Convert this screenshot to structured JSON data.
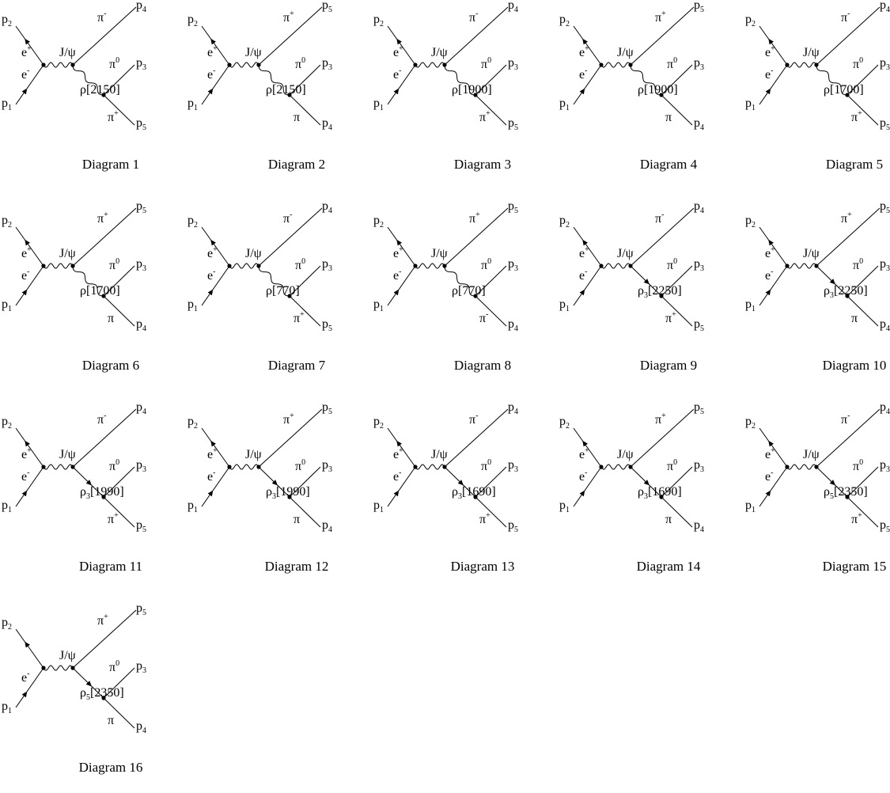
{
  "labels": {
    "p1": "p",
    "p1_sub": "1",
    "p2": "p",
    "p2_sub": "2",
    "e": "e",
    "e_sup": "-",
    "jpsi": "J/ψ",
    "pi0": "π",
    "pi0_sup": "0",
    "p3": "p",
    "p3_sub": "3"
  },
  "diagrams": [
    {
      "caption": "Diagram 1",
      "e_top_sup": "+",
      "has_top_e": true,
      "upper_pi_sup": "-",
      "upper_p_sub": "4",
      "lower_pi_sup": "+",
      "lower_p_sub": "5",
      "res_base": "ρ",
      "res_sub": "",
      "res_mass": "[2150]",
      "prop": "wavy"
    },
    {
      "caption": "Diagram 2",
      "e_top_sup": "+",
      "has_top_e": true,
      "upper_pi_sup": "+",
      "upper_p_sub": "5",
      "lower_pi_sup": "",
      "lower_p_sub": "4",
      "res_base": "ρ",
      "res_sub": "",
      "res_mass": "[2150]",
      "prop": "wavy"
    },
    {
      "caption": "Diagram 3",
      "e_top_sup": "+",
      "has_top_e": true,
      "upper_pi_sup": "-",
      "upper_p_sub": "4",
      "lower_pi_sup": "+",
      "lower_p_sub": "5",
      "res_base": "ρ",
      "res_sub": "",
      "res_mass": "[1900]",
      "prop": "wavy"
    },
    {
      "caption": "Diagram 4",
      "e_top_sup": "+",
      "has_top_e": true,
      "upper_pi_sup": "+",
      "upper_p_sub": "5",
      "lower_pi_sup": "",
      "lower_p_sub": "4",
      "res_base": "ρ",
      "res_sub": "",
      "res_mass": "[1900]",
      "prop": "wavy"
    },
    {
      "caption": "Diagram 5",
      "e_top_sup": "+",
      "has_top_e": true,
      "upper_pi_sup": "-",
      "upper_p_sub": "4",
      "lower_pi_sup": "+",
      "lower_p_sub": "5",
      "res_base": "ρ",
      "res_sub": "",
      "res_mass": "[1700]",
      "prop": "wavy"
    },
    {
      "caption": "Diagram 6",
      "e_top_sup": "+",
      "has_top_e": true,
      "upper_pi_sup": "+",
      "upper_p_sub": "5",
      "lower_pi_sup": "",
      "lower_p_sub": "4",
      "res_base": "ρ",
      "res_sub": "",
      "res_mass": "[1700]",
      "prop": "wavy"
    },
    {
      "caption": "Diagram 7",
      "e_top_sup": "+",
      "has_top_e": true,
      "upper_pi_sup": "-",
      "upper_p_sub": "4",
      "lower_pi_sup": "+",
      "lower_p_sub": "5",
      "res_base": "ρ",
      "res_sub": "",
      "res_mass": "[770]",
      "prop": "wavy"
    },
    {
      "caption": "Diagram 8",
      "e_top_sup": "+",
      "has_top_e": true,
      "upper_pi_sup": "+",
      "upper_p_sub": "5",
      "lower_pi_sup": "-",
      "lower_p_sub": "4",
      "res_base": "ρ",
      "res_sub": "",
      "res_mass": "[770]",
      "prop": "wavy"
    },
    {
      "caption": "Diagram 9",
      "e_top_sup": "+",
      "has_top_e": true,
      "upper_pi_sup": "-",
      "upper_p_sub": "4",
      "lower_pi_sup": "+",
      "lower_p_sub": "5",
      "res_base": "ρ",
      "res_sub": "3",
      "res_mass": "[2250]",
      "prop": "arrow"
    },
    {
      "caption": "Diagram 10",
      "e_top_sup": "+",
      "has_top_e": true,
      "upper_pi_sup": "+",
      "upper_p_sub": "5",
      "lower_pi_sup": "",
      "lower_p_sub": "4",
      "res_base": "ρ",
      "res_sub": "3",
      "res_mass": "[2250]",
      "prop": "arrow"
    },
    {
      "caption": "Diagram 11",
      "e_top_sup": "+",
      "has_top_e": true,
      "upper_pi_sup": "-",
      "upper_p_sub": "4",
      "lower_pi_sup": "+",
      "lower_p_sub": "5",
      "res_base": "ρ",
      "res_sub": "3",
      "res_mass": "[1990]",
      "prop": "arrow"
    },
    {
      "caption": "Diagram 12",
      "e_top_sup": "+",
      "has_top_e": true,
      "upper_pi_sup": "+",
      "upper_p_sub": "5",
      "lower_pi_sup": "",
      "lower_p_sub": "4",
      "res_base": "ρ",
      "res_sub": "3",
      "res_mass": "[1990]",
      "prop": "arrow"
    },
    {
      "caption": "Diagram 13",
      "e_top_sup": "+",
      "has_top_e": true,
      "upper_pi_sup": "-",
      "upper_p_sub": "4",
      "lower_pi_sup": "+",
      "lower_p_sub": "5",
      "res_base": "ρ",
      "res_sub": "3",
      "res_mass": "[1690]",
      "prop": "arrow"
    },
    {
      "caption": "Diagram 14",
      "e_top_sup": "+",
      "has_top_e": true,
      "upper_pi_sup": "+",
      "upper_p_sub": "5",
      "lower_pi_sup": "",
      "lower_p_sub": "4",
      "res_base": "ρ",
      "res_sub": "3",
      "res_mass": "[1690]",
      "prop": "arrow"
    },
    {
      "caption": "Diagram 15",
      "e_top_sup": "+",
      "has_top_e": true,
      "upper_pi_sup": "-",
      "upper_p_sub": "4",
      "lower_pi_sup": "+",
      "lower_p_sub": "5",
      "res_base": "ρ",
      "res_sub": "5",
      "res_mass": "[2350]",
      "prop": "arrow"
    },
    {
      "caption": "Diagram 16",
      "e_top_sup": "",
      "has_top_e": false,
      "upper_pi_sup": "+",
      "upper_p_sub": "5",
      "lower_pi_sup": "",
      "lower_p_sub": "4",
      "res_base": "ρ",
      "res_sub": "5",
      "res_mass": "[2350]",
      "prop": "arrow"
    }
  ]
}
